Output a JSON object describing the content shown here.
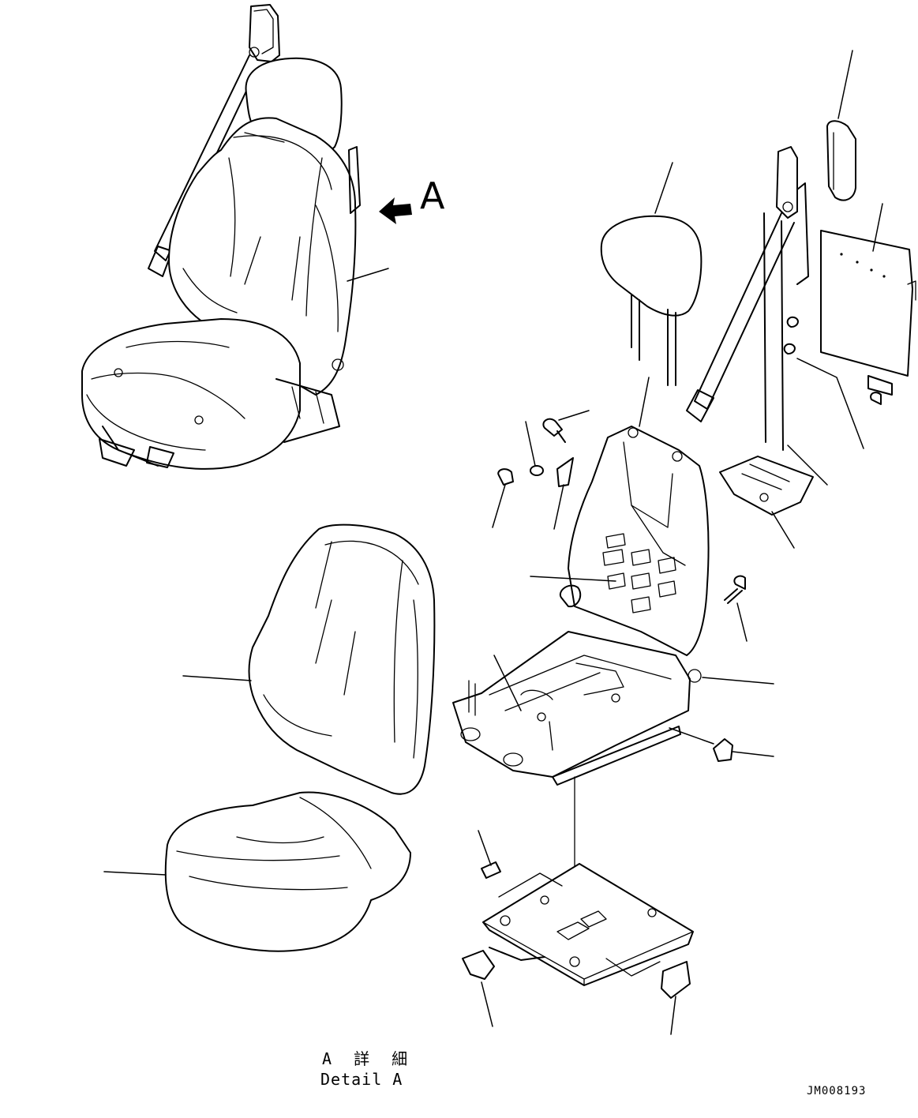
{
  "view_arrow_label": "A",
  "detail_title_jp": "A 詳 細",
  "detail_title_en": "Detail A",
  "drawing_code": "JM008193",
  "parts": {
    "assembled_seat": "seat-assembly",
    "headrest": "headrest",
    "seat_belt": "seat-belt",
    "backrest_cover": "backrest-cushion",
    "seat_cushion": "seat-cushion",
    "seat_frame": "seat-frame",
    "slide_rail_base": "slide-base-plate"
  }
}
